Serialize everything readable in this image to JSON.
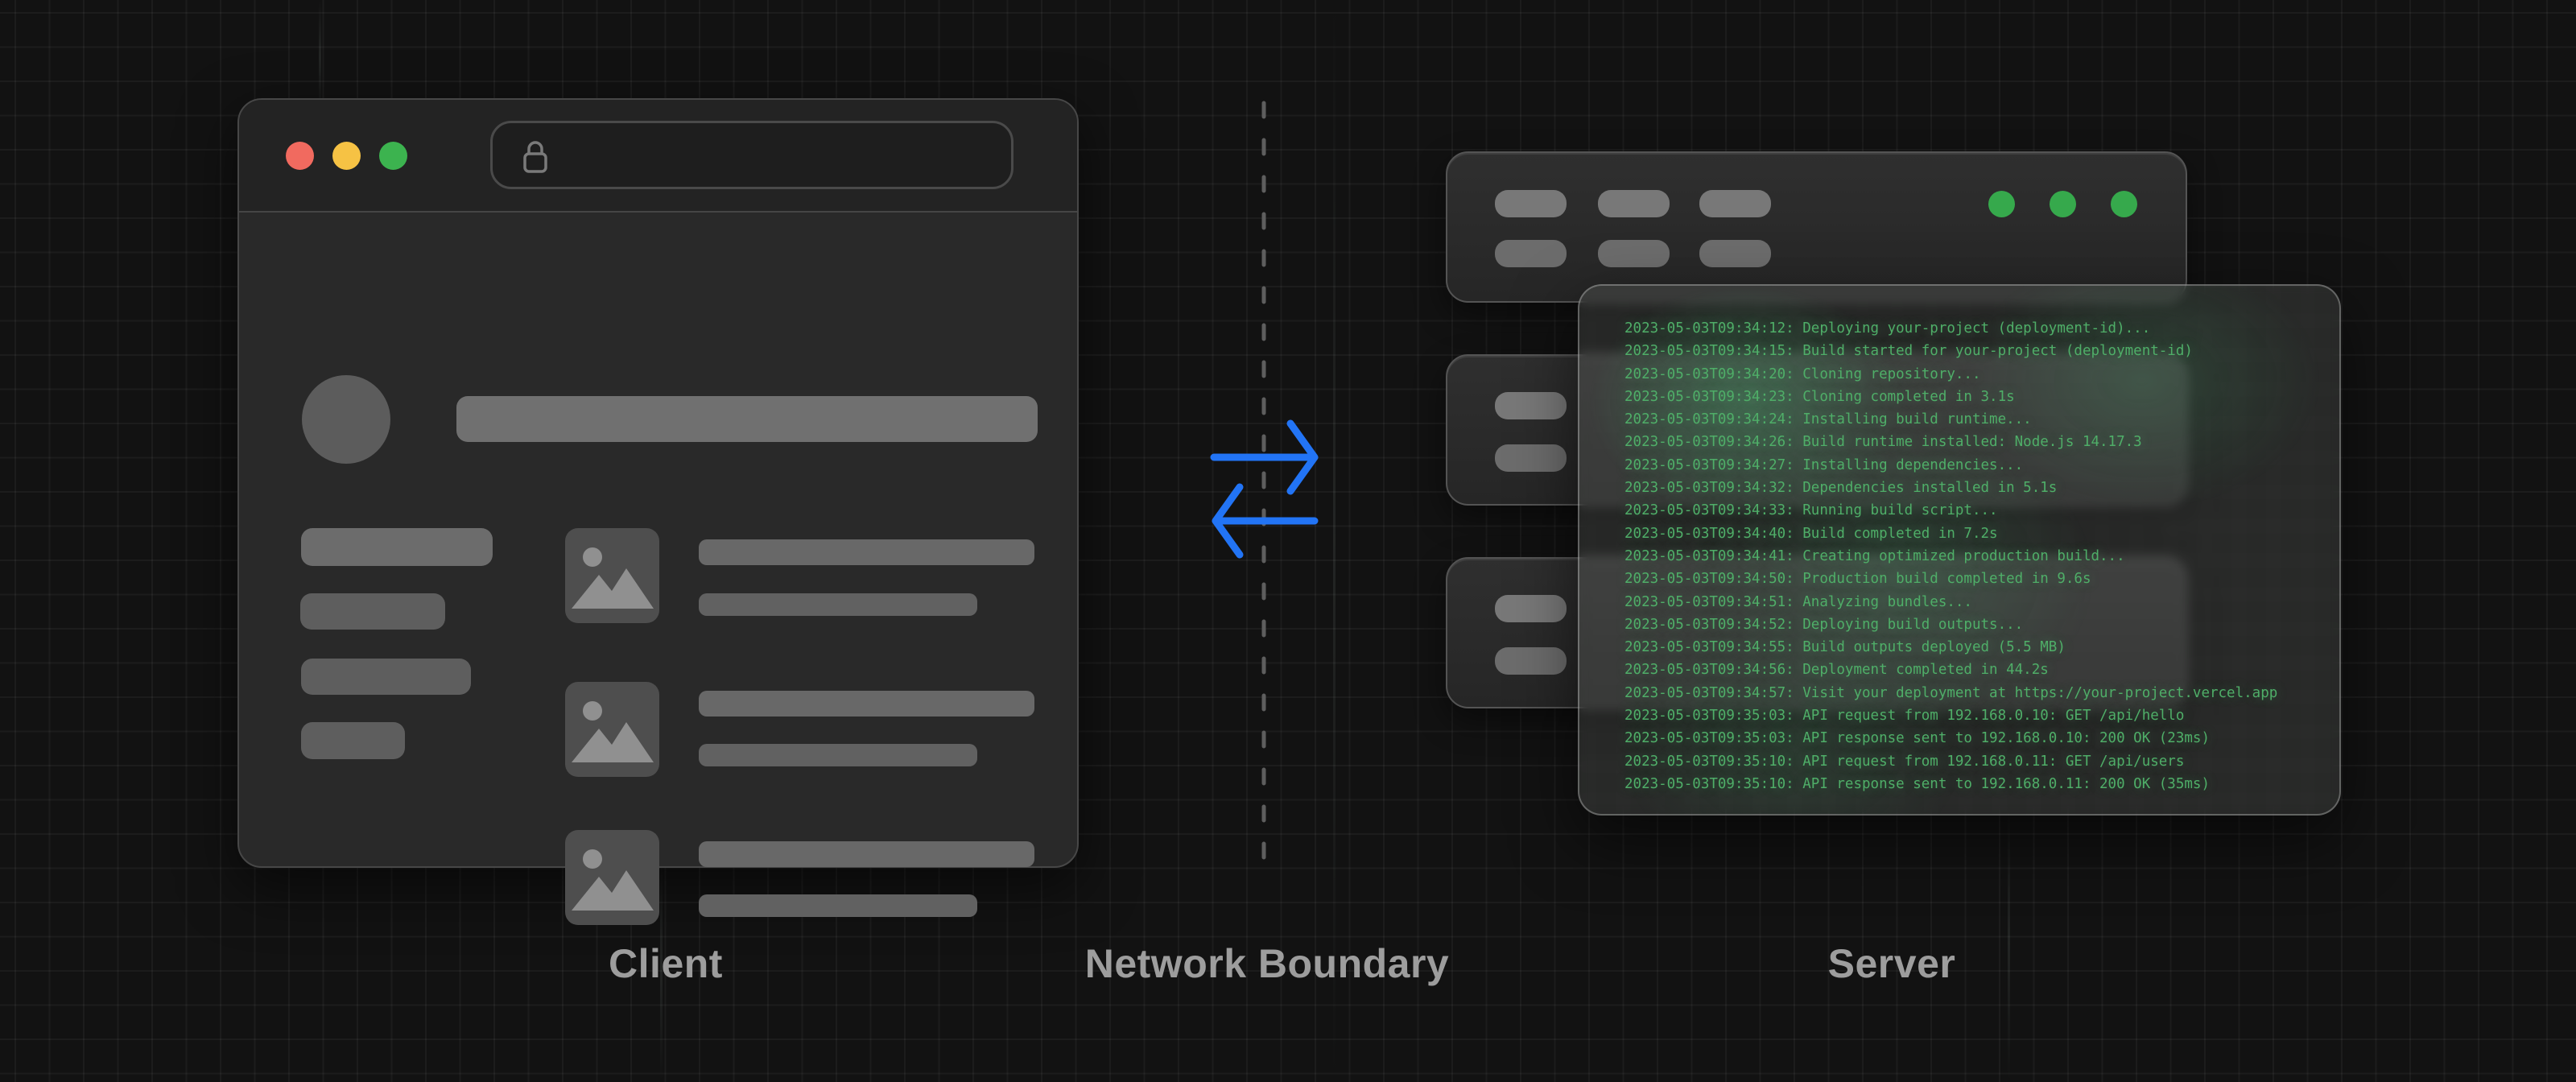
{
  "labels": {
    "client": "Client",
    "boundary": "Network Boundary",
    "server": "Server"
  },
  "client_window": {
    "traffic_lights": [
      "#f16a5f",
      "#f6c244",
      "#3cb34f"
    ],
    "url_bar": {
      "value": "",
      "placeholder": ""
    },
    "icons": [
      "lock-icon",
      "image-placeholder-icon"
    ],
    "skeleton": {
      "sidebar_bar_count": 4,
      "article_card_count": 3
    }
  },
  "server_stack": {
    "rack_count": 3,
    "led_count": 3,
    "led_color": "#36a94c"
  },
  "network": {
    "request_arrow_color": "#2274f5",
    "response_arrow_color": "#2274f5",
    "boundary_line_color": "#5e5e5e"
  },
  "terminal": {
    "text_color": "#4fae68",
    "lines": [
      "2023-05-03T09:34:12: Deploying your-project (deployment-id)...",
      "2023-05-03T09:34:15: Build started for your-project (deployment-id)",
      "2023-05-03T09:34:20: Cloning repository...",
      "2023-05-03T09:34:23: Cloning completed in 3.1s",
      "2023-05-03T09:34:24: Installing build runtime...",
      "2023-05-03T09:34:26: Build runtime installed: Node.js 14.17.3",
      "2023-05-03T09:34:27: Installing dependencies...",
      "2023-05-03T09:34:32: Dependencies installed in 5.1s",
      "2023-05-03T09:34:33: Running build script...",
      "2023-05-03T09:34:40: Build completed in 7.2s",
      "2023-05-03T09:34:41: Creating optimized production build...",
      "2023-05-03T09:34:50: Production build completed in 9.6s",
      "2023-05-03T09:34:51: Analyzing bundles...",
      "2023-05-03T09:34:52: Deploying build outputs...",
      "2023-05-03T09:34:55: Build outputs deployed (5.5 MB)",
      "2023-05-03T09:34:56: Deployment completed in 44.2s",
      "2023-05-03T09:34:57: Visit your deployment at https://your-project.vercel.app",
      "2023-05-03T09:35:03: API request from 192.168.0.10: GET /api/hello",
      "2023-05-03T09:35:03: API response sent to 192.168.0.10: 200 OK (23ms)",
      "2023-05-03T09:35:10: API request from 192.168.0.11: GET /api/users",
      "2023-05-03T09:35:10: API response sent to 192.168.0.11: 200 OK (35ms)"
    ]
  }
}
